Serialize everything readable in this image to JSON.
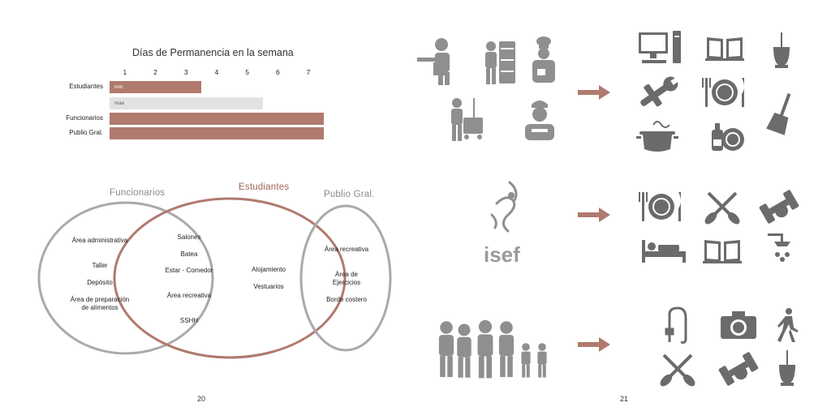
{
  "chart_data": {
    "type": "bar",
    "title": "Días de Permanencia en la semana",
    "x_ticks": [
      "1",
      "2",
      "3",
      "4",
      "5",
      "6",
      "7"
    ],
    "xlim": [
      0,
      7
    ],
    "categories": [
      "Estudiantes",
      "Estudiantes",
      "Funcionarios",
      "Publio Gral."
    ],
    "bars": [
      {
        "category": "Estudiantes",
        "label": "min",
        "value": 3,
        "color": "#b07a6e"
      },
      {
        "category": "",
        "label": "max",
        "value": 5,
        "color": "#e2e2e2"
      },
      {
        "category": "Funcionarios",
        "label": "",
        "value": 7,
        "color": "#b07a6e"
      },
      {
        "category": "Publio Gral.",
        "label": "",
        "value": 7,
        "color": "#b07a6e"
      }
    ]
  },
  "venn": {
    "funcionarios": {
      "title": "Funcionarios",
      "items": [
        "Área administrativa",
        "Taller",
        "Depósito",
        "Área de preparación de alimentos"
      ]
    },
    "estudiantes": {
      "title": "Estudiantes",
      "items_overlap_funcionarios": [
        "Salones",
        "Batea",
        "Estar - Comedor",
        "Área recreativa",
        "SSHH"
      ],
      "items": [
        "Alojamiento",
        "Vestuarios"
      ]
    },
    "publico": {
      "title": "Publio Gral.",
      "items": [
        "Área recreativa",
        "Área de Ejercicios",
        "Borde costero"
      ]
    }
  },
  "logo": {
    "text": "isef"
  },
  "rows": [
    {
      "source_icons": [
        "worker-icon",
        "vendor-icon",
        "chef-icon",
        "cleaner-cart-icon",
        "mechanic-icon"
      ],
      "target_icons": [
        "computer-icon",
        "book-icon",
        "mate-icon",
        "tools-icon",
        "plate-cutlery-icon",
        "broom-icon",
        "pot-icon",
        "dish-soap-icon"
      ]
    },
    {
      "source_icons": [
        "isef-logo-icon"
      ],
      "target_icons": [
        "plate-cutlery-icon",
        "paddles-icon",
        "dumbbell-icon",
        "bed-icon",
        "book-icon",
        "shower-icon"
      ]
    },
    {
      "source_icons": [
        "family-icon"
      ],
      "target_icons": [
        "fishing-icon",
        "camera-icon",
        "walking-icon",
        "paddles-icon",
        "dumbbell-icon",
        "mate-icon"
      ]
    }
  ],
  "colors": {
    "accent": "#b07a6e",
    "gray": "#8a8a8a",
    "light": "#e2e2e2",
    "icon": "#6b6b6b"
  },
  "pages": {
    "left": "20",
    "right": "21"
  }
}
